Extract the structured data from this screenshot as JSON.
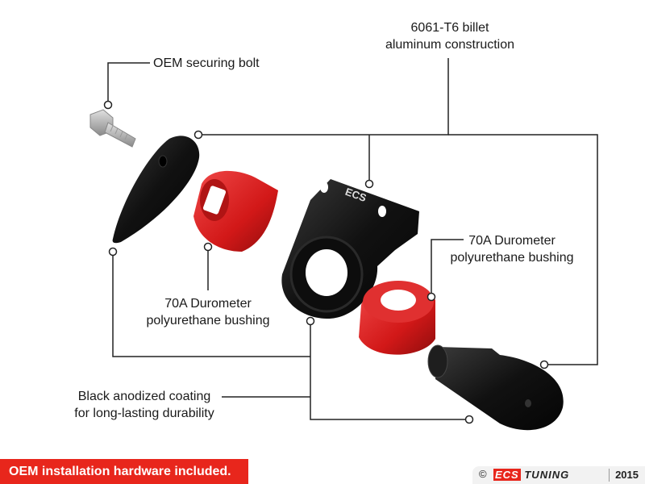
{
  "callouts": {
    "bolt": "OEM securing bolt",
    "billet": [
      "6061-T6 billet",
      "aluminum construction"
    ],
    "bushing_left": [
      "70A Durometer",
      "polyurethane bushing"
    ],
    "bushing_right": [
      "70A Durometer",
      "polyurethane bushing"
    ],
    "coating": [
      "Black anodized coating",
      "for long-lasting durability"
    ]
  },
  "banner": "OEM installation hardware included.",
  "footer": {
    "copyright": "©",
    "logo_ecs": "ECS",
    "logo_tuning": "TUNING",
    "year": "2015"
  },
  "colors": {
    "accent_red": "#e8261c",
    "bushing_red": "#d81e1e",
    "anodized_black": "#151515",
    "leader_line": "#222222"
  }
}
